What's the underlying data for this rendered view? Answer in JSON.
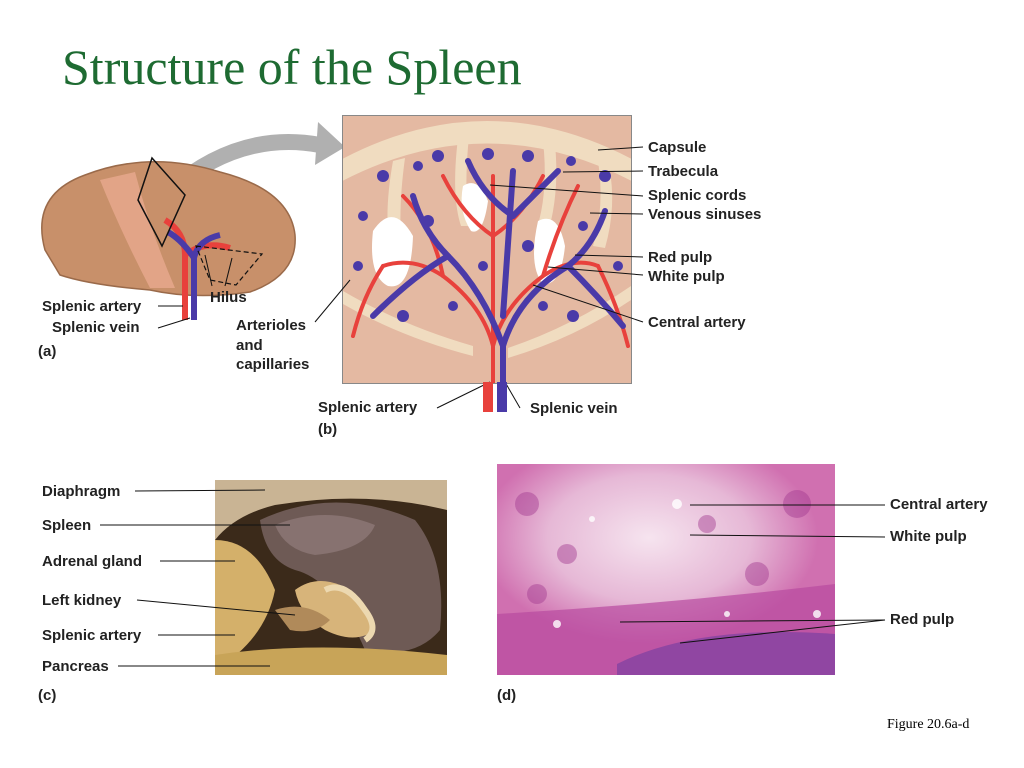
{
  "slide": {
    "title": "Structure of the Spleen",
    "caption": "Figure 20.6a-d"
  },
  "panel_a": {
    "letter": "(a)",
    "labels": {
      "hilus": "Hilus",
      "splenic_artery": "Splenic artery",
      "splenic_vein": "Splenic vein"
    }
  },
  "panel_b": {
    "letter": "(b)",
    "labels": {
      "capsule": "Capsule",
      "trabecula": "Trabecula",
      "splenic_cords": "Splenic cords",
      "venous_sinuses": "Venous sinuses",
      "red_pulp": "Red pulp",
      "white_pulp": "White pulp",
      "central_artery": "Central artery",
      "arterioles_1": "Arterioles",
      "arterioles_2": "and",
      "arterioles_3": "capillaries",
      "splenic_artery": "Splenic artery",
      "splenic_vein": "Splenic vein"
    }
  },
  "panel_c": {
    "letter": "(c)",
    "labels": {
      "diaphragm": "Diaphragm",
      "spleen": "Spleen",
      "adrenal_gland": "Adrenal gland",
      "left_kidney": "Left kidney",
      "splenic_artery": "Splenic artery",
      "pancreas": "Pancreas"
    }
  },
  "panel_d": {
    "letter": "(d)",
    "labels": {
      "central_artery": "Central artery",
      "white_pulp": "White pulp",
      "red_pulp": "Red pulp"
    }
  },
  "colors": {
    "title": "#1e6b32",
    "artery": "#e8413c",
    "vein": "#4a3aa8",
    "spleen_tissue": "#c8906a",
    "capsule": "#f0dcc0"
  }
}
